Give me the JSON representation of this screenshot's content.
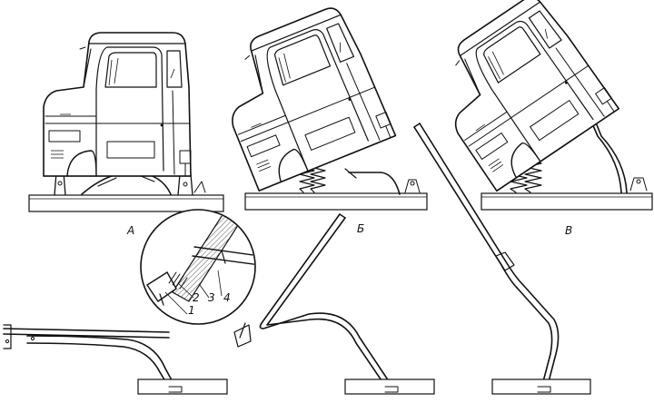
{
  "figure": {
    "stages": [
      {
        "label": "А"
      },
      {
        "label": "Б"
      },
      {
        "label": "В"
      }
    ],
    "callouts": [
      {
        "label": "1"
      },
      {
        "label": "2"
      },
      {
        "label": "3"
      },
      {
        "label": "4"
      }
    ]
  }
}
